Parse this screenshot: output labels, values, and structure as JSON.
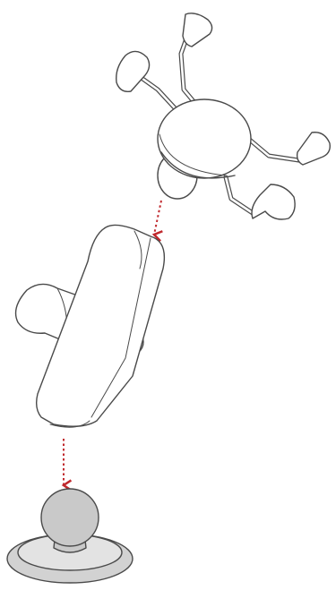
{
  "diagram": {
    "parts": [
      {
        "id": "x-grip-cradle",
        "icon": "x-grip-phone-holder-icon"
      },
      {
        "id": "double-socket-arm",
        "icon": "double-socket-arm-icon"
      },
      {
        "id": "ball-adhesive-base",
        "icon": "ball-mount-base-icon"
      }
    ],
    "assembly_arrows": [
      {
        "id": "arrow-cradle-to-arm",
        "icon": "dotted-down-arrow-icon"
      },
      {
        "id": "arrow-arm-to-base",
        "icon": "dotted-down-arrow-icon"
      }
    ],
    "colors": {
      "line": "#4a4a4a",
      "fill": "#ffffff",
      "ball_fill": "#c9c9c9",
      "base_fill": "#d2d2d2",
      "base_inner": "#e3e3e3",
      "arrow": "#c0282d"
    }
  }
}
